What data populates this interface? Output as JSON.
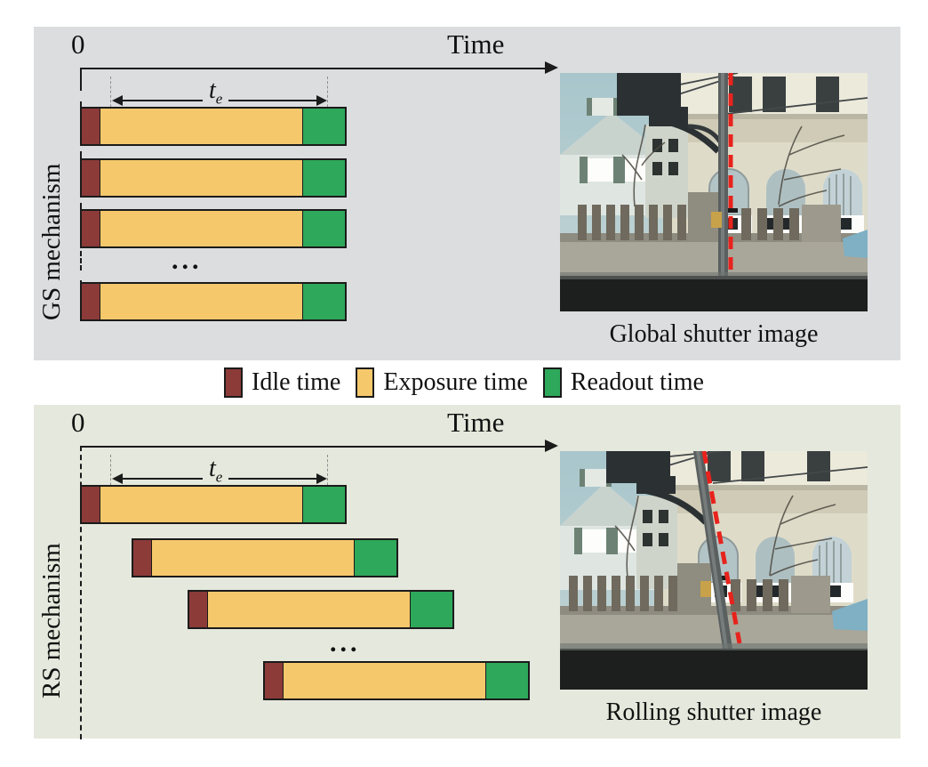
{
  "figure": {
    "panels": [
      {
        "id": "gs",
        "side_label": "GS mechanism",
        "axis_zero": "0",
        "axis_time": "Time",
        "te_label": "t",
        "te_sub": "e",
        "ellipsis": "...",
        "bg_color": "#dcdddf",
        "caption": "Global shutter image",
        "rows": [
          {
            "start_pct": 0,
            "idle_pct": 7.0,
            "exposure_pct": 77.0,
            "readout_pct": 9.0
          },
          {
            "start_pct": 0,
            "idle_pct": 7.0,
            "exposure_pct": 77.0,
            "readout_pct": 9.0
          },
          {
            "start_pct": 0,
            "idle_pct": 7.0,
            "exposure_pct": 77.0,
            "readout_pct": 9.0
          },
          {
            "start_pct": 0,
            "idle_pct": 7.0,
            "exposure_pct": 77.0,
            "readout_pct": 9.0
          }
        ]
      },
      {
        "id": "rs",
        "side_label": "RS mechanism",
        "axis_zero": "0",
        "axis_time": "Time",
        "te_label": "t",
        "te_sub": "e",
        "ellipsis": "...",
        "bg_color": "#e5e8dc",
        "caption": "Rolling shutter image",
        "rows": [
          {
            "start_pct": 0,
            "idle_pct": 7.0,
            "exposure_pct": 77.0,
            "readout_pct": 9.0
          },
          {
            "start_pct": 10,
            "idle_pct": 7.0,
            "exposure_pct": 77.0,
            "readout_pct": 9.0
          },
          {
            "start_pct": 20,
            "idle_pct": 7.0,
            "exposure_pct": 77.0,
            "readout_pct": 9.0
          },
          {
            "start_pct": 30,
            "idle_pct": 7.0,
            "exposure_pct": 77.0,
            "readout_pct": 9.0
          }
        ]
      }
    ],
    "legend": {
      "items": [
        {
          "label": "Idle time",
          "color": "#8c3b39"
        },
        {
          "label": "Exposure time",
          "color": "#f6c86c"
        },
        {
          "label": "Readout time",
          "color": "#2ea85a"
        }
      ]
    },
    "colors": {
      "idle": "#8c3b39",
      "exposure": "#f6c86c",
      "readout": "#2ea85a",
      "stroke": "#1b1b1b",
      "gs_bg": "#dcdddf",
      "rs_bg": "#e5e8dc",
      "legend_bg": "#ffffff",
      "marker_line": "#e8221c"
    },
    "photos": {
      "global": {
        "scene": "street-scene-with-vertical-pole",
        "marker": "red-dashed-vertical-line"
      },
      "rolling": {
        "scene": "street-scene-with-slanted-pole",
        "marker": "red-dashed-slanted-line"
      }
    }
  }
}
